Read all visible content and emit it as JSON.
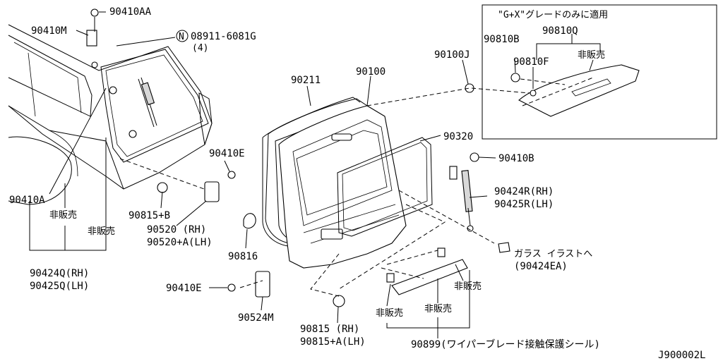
{
  "diagram_code": "J900002L",
  "inset": {
    "title": "\"G+X\"グレードのみに適用",
    "labels": {
      "p90810B": "90810B",
      "p90810Q": "90810Q",
      "p90810F": "90810F",
      "not_for_sale": "非販売"
    }
  },
  "labels": {
    "p90410AA": "90410AA",
    "p90410M": "90410M",
    "p08911_circle": "N",
    "p08911": "08911-6081G",
    "p08911_qty": "(4)",
    "p90211": "90211",
    "p90100": "90100",
    "p90100J": "90100J",
    "p90320": "90320",
    "p90410B": "90410B",
    "p90424R": "90424R(RH)",
    "p90425R": "90425R(LH)",
    "glass_ref1": "ガラス イラストへ",
    "glass_ref2": "(90424EA)",
    "p90410E_top": "90410E",
    "p90410A": "90410A",
    "not_for_sale_1": "非販売",
    "not_for_sale_2": "非販売",
    "p90815B": "90815+B",
    "p90520": "90520  (RH)",
    "p90520A": "90520+A(LH)",
    "p90816": "90816",
    "p90424Q": "90424Q(RH)",
    "p90425Q": "90425Q(LH)",
    "p90410E_bottom": "90410E",
    "p90524M": "90524M",
    "p90815": "90815   (RH)",
    "p90815A": "90815+A(LH)",
    "not_for_sale_3": "非販売",
    "not_for_sale_4": "非販売",
    "not_for_sale_5": "非販売",
    "p90899": "90899(ワイパーブレード接触保護シール)"
  }
}
